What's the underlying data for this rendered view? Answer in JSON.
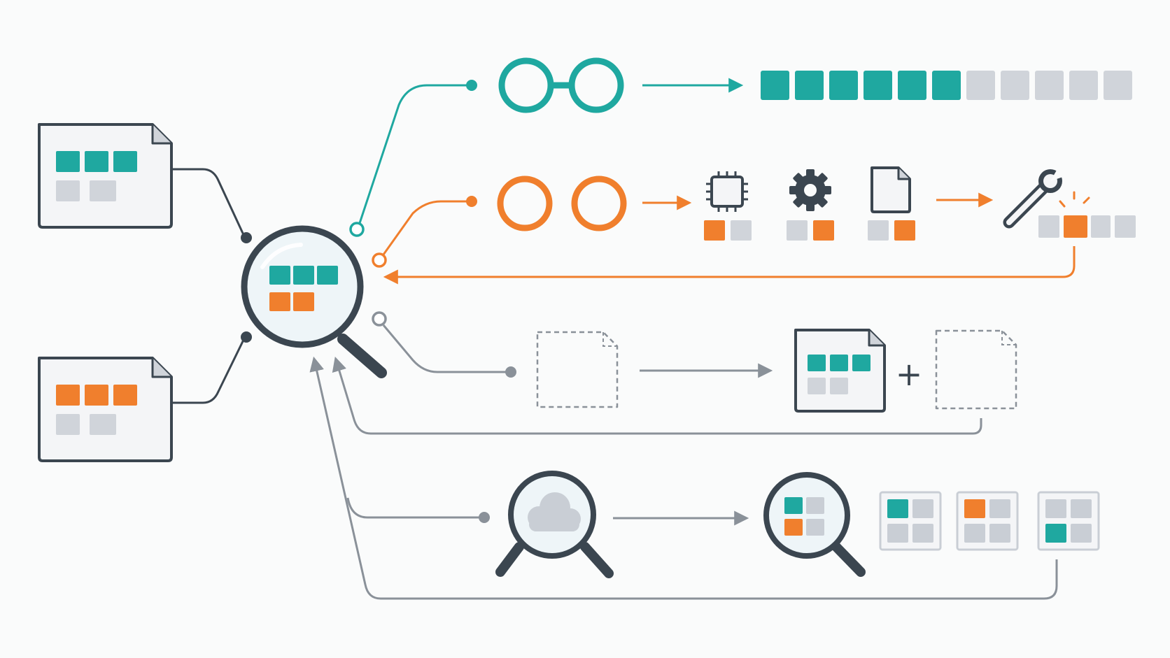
{
  "colors": {
    "teal": "#1fa8a0",
    "orange": "#f07f2d",
    "grey_block": "#d0d4da",
    "dark": "#3b4650",
    "line_grey": "#8a9199",
    "background": "#fafbfb",
    "lens": "#eef5f8"
  },
  "symbols": {
    "plus": "+"
  },
  "progress": {
    "teal_row_filled": 6,
    "teal_row_total": 11,
    "highlighted_block_index": 1
  },
  "icons": [
    "document-icon",
    "magnifier-icon",
    "glasses-icon",
    "chip-icon",
    "gear-icon",
    "file-icon",
    "wrench-icon",
    "dashed-file-icon",
    "cloud-icon",
    "plus-icon"
  ]
}
